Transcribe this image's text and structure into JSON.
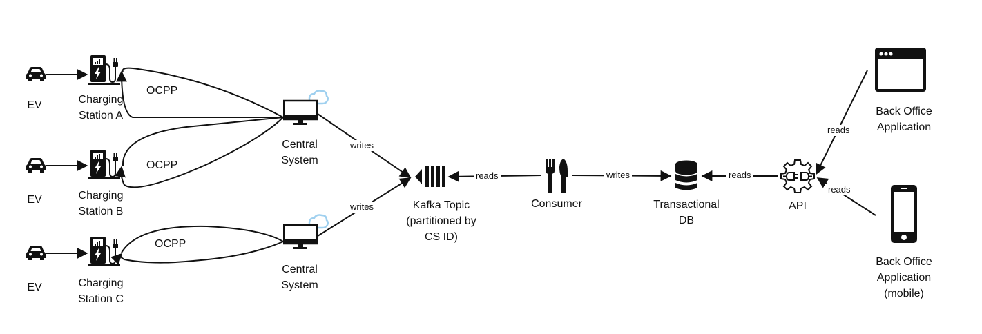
{
  "nodes": {
    "ev_a": {
      "label": "EV",
      "icon": "car-icon"
    },
    "ev_b": {
      "label": "EV",
      "icon": "car-icon"
    },
    "ev_c": {
      "label": "EV",
      "icon": "car-icon"
    },
    "station_a": {
      "line1": "Charging",
      "line2": "Station A",
      "icon": "charging-station-icon"
    },
    "station_b": {
      "line1": "Charging",
      "line2": "Station B",
      "icon": "charging-station-icon"
    },
    "station_c": {
      "line1": "Charging",
      "line2": "Station C",
      "icon": "charging-station-icon"
    },
    "central_1": {
      "line1": "Central",
      "line2": "System",
      "icon": "monitor-cloud-icon"
    },
    "central_2": {
      "line1": "Central",
      "line2": "System",
      "icon": "monitor-cloud-icon"
    },
    "kafka": {
      "line1": "Kafka Topic",
      "line2": "(partitioned by",
      "line3": "CS ID)",
      "icon": "queue-icon"
    },
    "consumer": {
      "label": "Consumer",
      "icon": "fork-knife-icon"
    },
    "db": {
      "line1": "Transactional",
      "line2": "DB",
      "icon": "database-icon"
    },
    "api": {
      "label": "API",
      "icon": "gear-plug-icon"
    },
    "backoffice": {
      "line1": "Back Office",
      "line2": "Application",
      "icon": "browser-window-icon"
    },
    "backoffice_mobile": {
      "line1": "Back Office",
      "line2": "Application",
      "line3": "(mobile)",
      "icon": "smartphone-icon"
    }
  },
  "edges": {
    "ocpp_a": "OCPP",
    "ocpp_b": "OCPP",
    "ocpp_c": "OCPP",
    "writes_1": "writes",
    "writes_2": "writes",
    "reads_consumer": "reads",
    "writes_db": "writes",
    "reads_api": "reads",
    "reads_backoffice": "reads",
    "reads_mobile": "reads"
  },
  "colors": {
    "stroke": "#111111",
    "cloud": "#9fd0ef"
  }
}
